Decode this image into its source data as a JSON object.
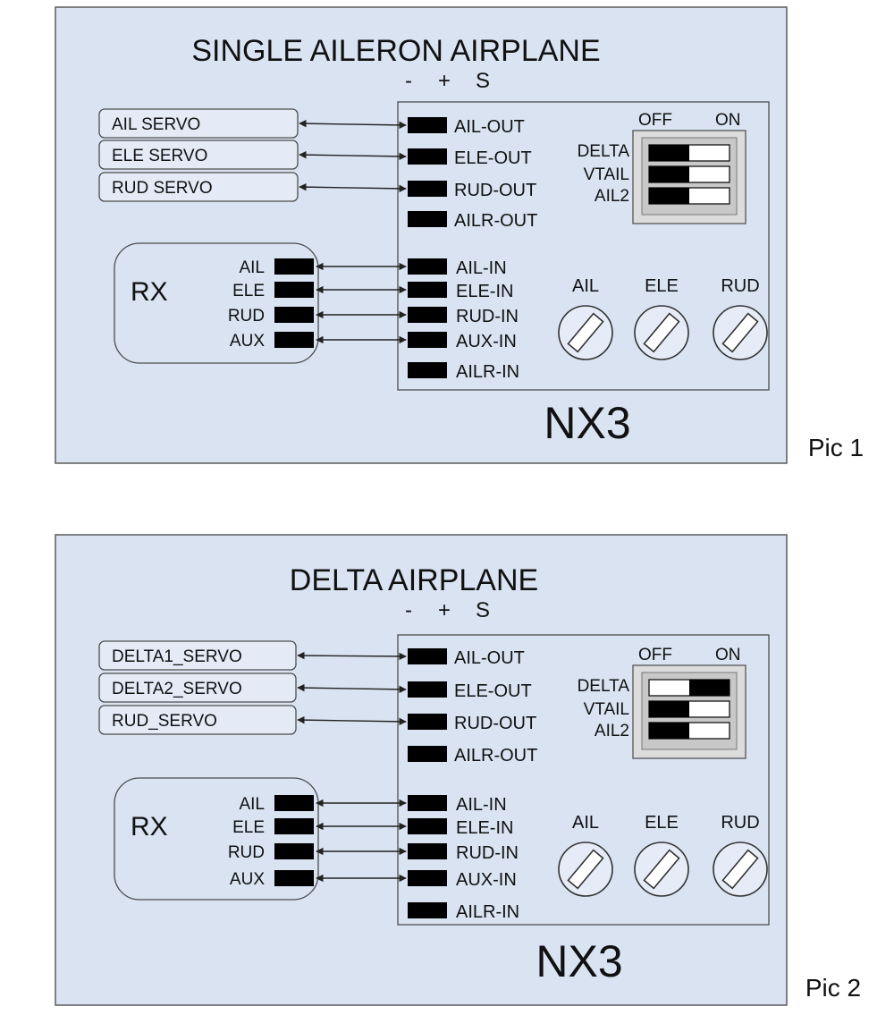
{
  "colors": {
    "panel_bg": "#d9e3f2",
    "border": "#5a5a5a",
    "connector": "#000000",
    "switch_face": "#ffffff",
    "dip_housing": "#dcdcdc"
  },
  "diagrams": [
    {
      "title": "SINGLE AILERON AIRPLANE",
      "pin_header": [
        "-",
        "+",
        "S"
      ],
      "servos": [
        "AIL SERVO",
        "ELE SERVO",
        "RUD SERVO"
      ],
      "rx_label": "RX",
      "rx_channels": [
        "AIL",
        "ELE",
        "RUD",
        "AUX"
      ],
      "outputs": [
        "AIL-OUT",
        "ELE-OUT",
        "RUD-OUT",
        "AILR-OUT"
      ],
      "inputs": [
        "AIL-IN",
        "ELE-IN",
        "RUD-IN",
        "AUX-IN",
        "AILR-IN"
      ],
      "dip_off_label": "OFF",
      "dip_on_label": "ON",
      "dip_switches": [
        {
          "label": "DELTA",
          "state": "off"
        },
        {
          "label": "VTAIL",
          "state": "off"
        },
        {
          "label": "AIL2",
          "state": "off"
        }
      ],
      "gain_knobs": [
        "AIL",
        "ELE",
        "RUD"
      ],
      "device_name": "NX3",
      "caption": "Pic 1"
    },
    {
      "title": "DELTA AIRPLANE",
      "pin_header": [
        "-",
        "+",
        "S"
      ],
      "servos": [
        "DELTA1_SERVO",
        "DELTA2_SERVO",
        "RUD_SERVO"
      ],
      "rx_label": "RX",
      "rx_channels": [
        "AIL",
        "ELE",
        "RUD",
        "AUX"
      ],
      "outputs": [
        "AIL-OUT",
        "ELE-OUT",
        "RUD-OUT",
        "AILR-OUT"
      ],
      "inputs": [
        "AIL-IN",
        "ELE-IN",
        "RUD-IN",
        "AUX-IN",
        "AILR-IN"
      ],
      "dip_off_label": "OFF",
      "dip_on_label": "ON",
      "dip_switches": [
        {
          "label": "DELTA",
          "state": "on"
        },
        {
          "label": "VTAIL",
          "state": "off"
        },
        {
          "label": "AIL2",
          "state": "off"
        }
      ],
      "gain_knobs": [
        "AIL",
        "ELE",
        "RUD"
      ],
      "device_name": "NX3",
      "caption": "Pic 2"
    }
  ]
}
